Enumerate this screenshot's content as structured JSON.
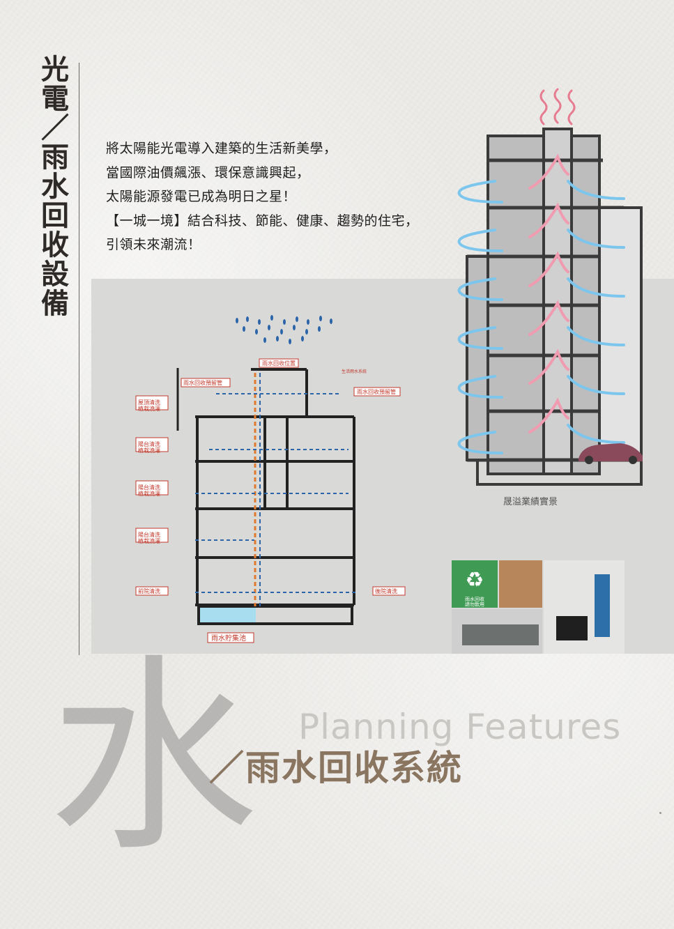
{
  "side_title": "光電／雨水回收設備",
  "intro_lines": [
    "將太陽能光電導入建築的生活新美學，",
    "當國際油價飆漲、環保意識興起，",
    "太陽能源發電已成為明日之星！",
    "【一城一境】結合科技、節能、健康、趨勢的住宅，",
    "引領未來潮流！"
  ],
  "rain_diagram": {
    "labels": {
      "collection_position": "雨水回收位置",
      "reserve_pipe_left": "雨水回收預留管",
      "reserve_pipe_right": "雨水回收預留管",
      "roof": "屋頂清洗\n植栽澆灌",
      "balcony1": "陽台清洗\n植栽澆灌",
      "balcony2": "陽台清洗\n植栽澆灌",
      "balcony3": "陽台清洗\n植栽澆灌",
      "front_yard": "前院清洗",
      "back_yard": "後院清洗",
      "tank": "雨水貯集池",
      "vertical_pipe": "生活雨水系統"
    }
  },
  "photo_sign": "雨水回收\n請勿飲用",
  "caption": "晟溢業績實景",
  "big_char": "水",
  "planning_text": "Planning Features",
  "subtitle": "／雨水回收系統",
  "colors": {
    "blue_flow": "#7cc6ee",
    "pink_flow": "#f09bb0",
    "water": "#a8dcef",
    "car": "#8a4a5c"
  }
}
